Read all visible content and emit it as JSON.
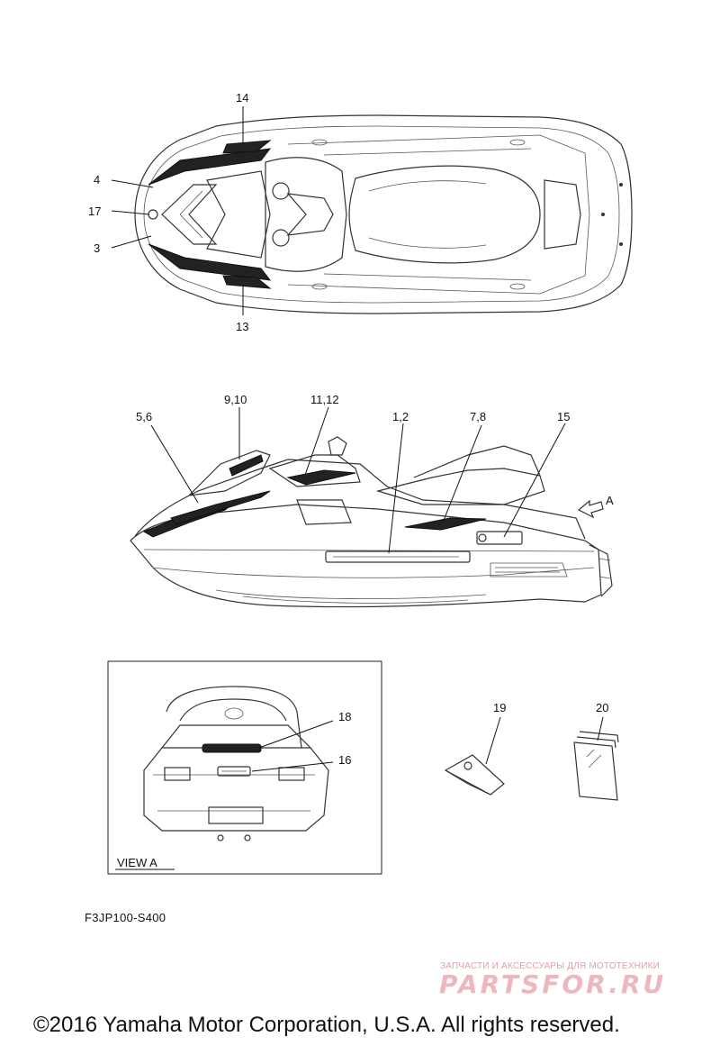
{
  "callouts": {
    "c14": "14",
    "c4": "4",
    "c17": "17",
    "c3": "3",
    "c13": "13",
    "c56": "5,6",
    "c910": "9,10",
    "c1112": "11,12",
    "c12": "1,2",
    "c78": "7,8",
    "c15": "15",
    "arrowA": "A",
    "c18": "18",
    "c16": "16",
    "c19": "19",
    "c20": "20"
  },
  "view_label": "VIEW A",
  "diagram_code": "F3JP100-S400",
  "watermark": {
    "tagline": "ЗАПЧАСТИ И АКСЕССУАРЫ ДЛЯ МОТОТЕХНИКИ",
    "brand": "PARTSFOR.RU"
  },
  "copyright": "©2016 Yamaha Motor Corporation, U.S.A. All rights reserved."
}
